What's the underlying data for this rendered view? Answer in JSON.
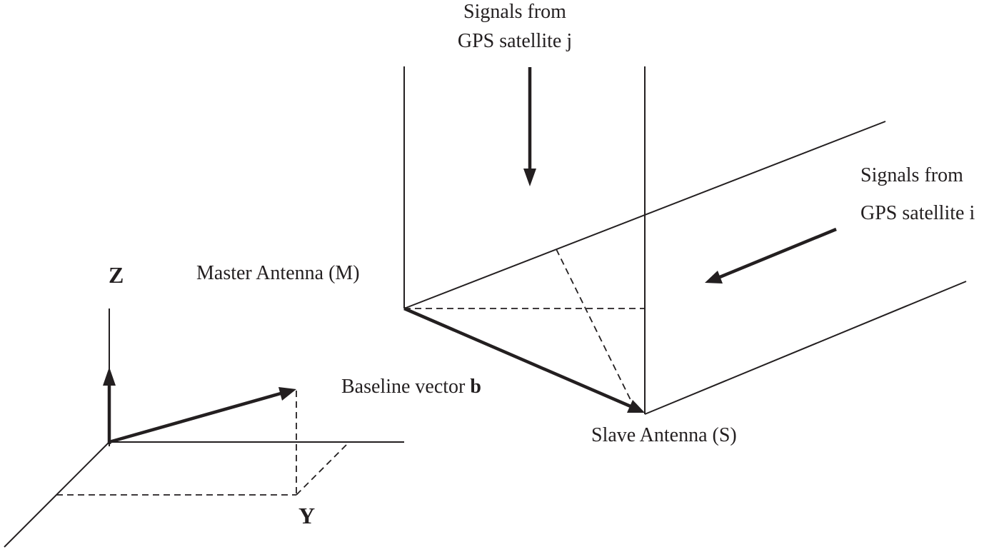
{
  "labels": {
    "signal_j_line1": "Signals from",
    "signal_j_line2": "GPS satellite j",
    "signal_i_line1": "Signals from",
    "signal_i_line2": "GPS satellite i",
    "master_antenna": "Master Antenna (M)",
    "slave_antenna": "Slave Antenna (S)",
    "baseline_prefix": "Baseline vector ",
    "baseline_symbol": "b",
    "axis_z": "Z",
    "axis_y": "Y"
  },
  "colors": {
    "ink": "#231f20",
    "background": "#ffffff"
  }
}
